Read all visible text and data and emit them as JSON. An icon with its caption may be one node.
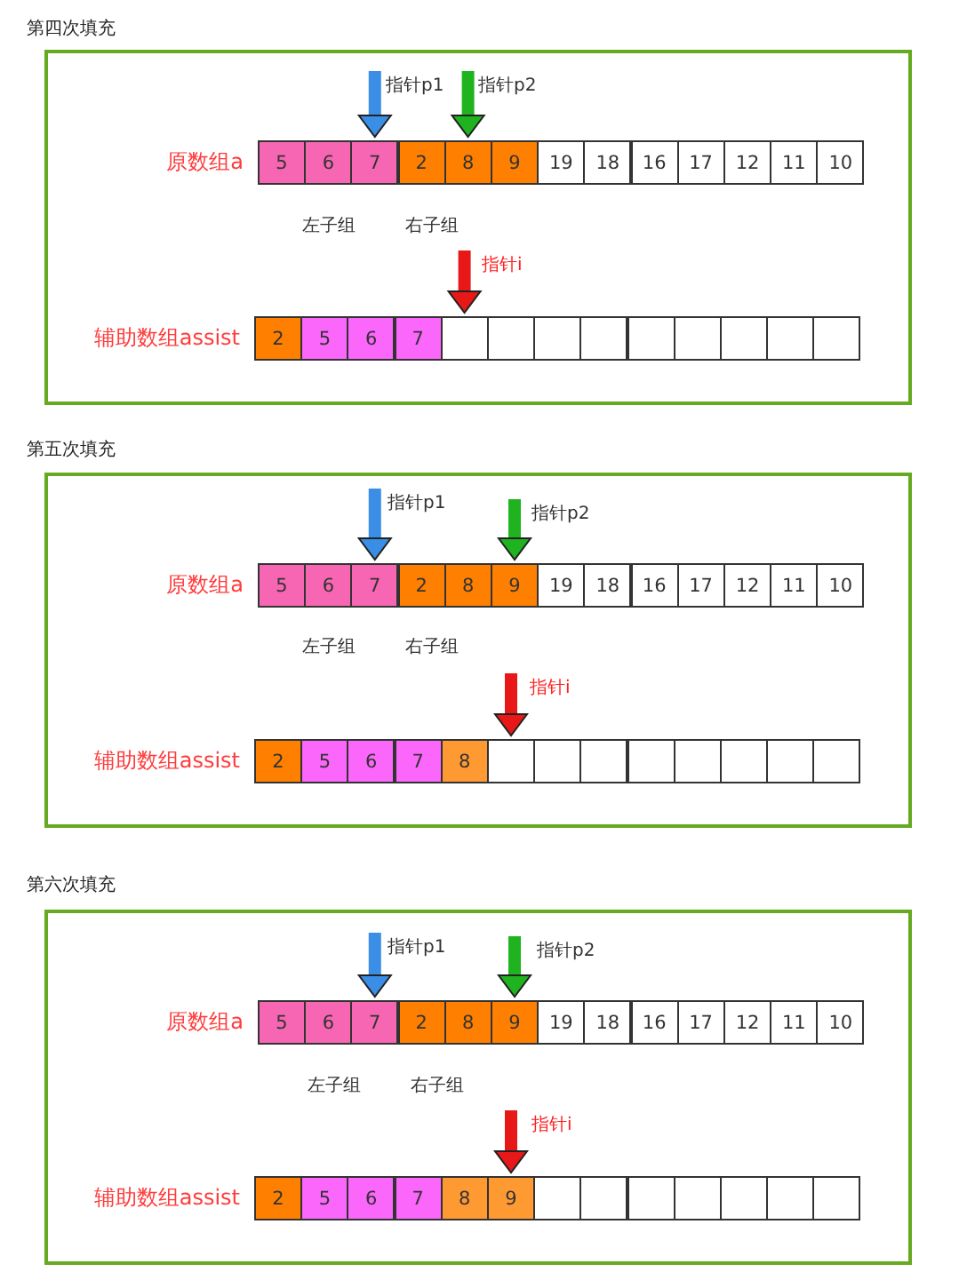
{
  "diagram": {
    "nodes": [
      {
        "text": [
          "第四次填充"
        ]
      },
      {
        "text": [
          "原数组a"
        ],
        "in": 0
      },
      {
        "text": [
          "5"
        ],
        "in": 1
      },
      {
        "text": [
          "6"
        ],
        "in": 1
      },
      {
        "text": [
          "7"
        ],
        "in": 1
      },
      {
        "text": [
          "2"
        ],
        "in": 1
      },
      {
        "text": [
          "8"
        ],
        "in": 1
      },
      {
        "text": [
          "9"
        ],
        "in": 1
      },
      {
        "text": [
          "19"
        ],
        "in": 1
      },
      {
        "text": [
          "18"
        ],
        "in": 1
      },
      {
        "text": [
          "16"
        ],
        "in": 1
      },
      {
        "text": [
          "17"
        ],
        "in": 1
      },
      {
        "text": [
          "12"
        ],
        "in": 1
      },
      {
        "text": [
          "11"
        ],
        "in": 1
      },
      {
        "text": [
          "10"
        ],
        "in": 1
      },
      {
        "text": [
          "辅助数组assist"
        ],
        "in": 0
      },
      {
        "text": [
          "2"
        ],
        "in": 15
      },
      {
        "text": [
          "5"
        ],
        "in": 15
      },
      {
        "text": [
          "6"
        ],
        "in": 15
      },
      {
        "text": [
          "7"
        ],
        "in": 15
      },
      {
        "text": [],
        "shape": "box",
        "in": 15
      },
      {
        "text": [],
        "shape": "box",
        "in": 15
      },
      {
        "text": [],
        "shape": "box",
        "in": 15
      },
      {
        "text": [],
        "shape": "box",
        "in": 15
      },
      {
        "text": [],
        "shape": "box",
        "in": 15
      },
      {
        "text": [],
        "shape": "box",
        "in": 15
      },
      {
        "text": [],
        "shape": "box",
        "in": 15
      },
      {
        "text": [],
        "shape": "box",
        "in": 15
      },
      {
        "text": [],
        "shape": "box",
        "in": 15
      },
      {
        "text": [
          "第五次填充"
        ]
      },
      {
        "text": [
          "原数组a"
        ],
        "in": 29
      },
      {
        "text": [
          "5"
        ],
        "in": 30
      },
      {
        "text": [
          "6"
        ],
        "in": 30
      },
      {
        "text": [
          "7"
        ],
        "in": 30
      },
      {
        "text": [
          "2"
        ],
        "in": 30
      },
      {
        "text": [
          "8"
        ],
        "in": 30
      },
      {
        "text": [
          "9"
        ],
        "in": 30
      },
      {
        "text": [
          "19"
        ],
        "in": 30
      },
      {
        "text": [
          "18"
        ],
        "in": 30
      },
      {
        "text": [
          "16"
        ],
        "in": 30
      },
      {
        "text": [
          "17"
        ],
        "in": 30
      },
      {
        "text": [
          "12"
        ],
        "in": 30
      },
      {
        "text": [
          "11"
        ],
        "in": 30
      },
      {
        "text": [
          "10"
        ],
        "in": 30
      },
      {
        "text": [
          "辅助数组assist"
        ],
        "in": 29
      },
      {
        "text": [
          "2"
        ],
        "in": 44
      },
      {
        "text": [
          "5"
        ],
        "in": 44
      },
      {
        "text": [
          "6"
        ],
        "in": 44
      },
      {
        "text": [
          "7"
        ],
        "in": 44
      },
      {
        "text": [
          "8"
        ],
        "in": 44
      },
      {
        "text": [],
        "shape": "box",
        "in": 44
      },
      {
        "text": [],
        "shape": "box",
        "in": 44
      },
      {
        "text": [],
        "shape": "box",
        "in": 44
      },
      {
        "text": [],
        "shape": "box",
        "in": 44
      },
      {
        "text": [],
        "shape": "box",
        "in": 44
      },
      {
        "text": [],
        "shape": "box",
        "in": 44
      },
      {
        "text": [],
        "shape": "box",
        "in": 44
      },
      {
        "text": [],
        "shape": "box",
        "in": 44
      },
      {
        "text": [
          "第六次填充"
        ]
      },
      {
        "text": [
          "原数组a"
        ],
        "in": 58
      },
      {
        "text": [
          "5"
        ],
        "in": 59
      },
      {
        "text": [
          "6"
        ],
        "in": 59
      },
      {
        "text": [
          "7"
        ],
        "in": 59
      },
      {
        "text": [
          "2"
        ],
        "in": 59
      },
      {
        "text": [
          "8"
        ],
        "in": 59
      },
      {
        "text": [
          "9"
        ],
        "in": 59
      },
      {
        "text": [
          "19"
        ],
        "in": 59
      },
      {
        "text": [
          "18"
        ],
        "in": 59
      },
      {
        "text": [
          "16"
        ],
        "in": 59
      },
      {
        "text": [
          "17"
        ],
        "in": 59
      },
      {
        "text": [
          "12"
        ],
        "in": 59
      },
      {
        "text": [
          "11"
        ],
        "in": 59
      },
      {
        "text": [
          "10"
        ],
        "in": 59
      },
      {
        "text": [
          "辅助数组assist"
        ],
        "in": 58
      },
      {
        "text": [
          "2"
        ],
        "in": 73
      },
      {
        "text": [
          "5"
        ],
        "in": 73
      },
      {
        "text": [
          "6"
        ],
        "in": 73
      },
      {
        "text": [
          "7"
        ],
        "in": 73
      },
      {
        "text": [
          "8"
        ],
        "in": 73
      },
      {
        "text": [
          "9"
        ],
        "in": 73
      },
      {
        "text": [],
        "shape": "box",
        "in": 73
      },
      {
        "text": [],
        "shape": "box",
        "in": 73
      },
      {
        "text": [],
        "shape": "box",
        "in": 73
      },
      {
        "text": [],
        "shape": "box",
        "in": 73
      },
      {
        "text": [],
        "shape": "box",
        "in": 73
      },
      {
        "text": [],
        "shape": "box",
        "in": 73
      },
      {
        "text": [],
        "shape": "box",
        "in": 73
      },
      {
        "text": [
          "指针p1"
        ],
        "in": 0
      },
      {
        "text": [
          "指针p2"
        ],
        "in": 0
      },
      {
        "text": [
          "指针i"
        ],
        "in": 0
      },
      {
        "text": [
          "指针p1"
        ],
        "in": 29
      },
      {
        "text": [
          "指针p2"
        ],
        "in": 29
      },
      {
        "text": [
          "指针i"
        ],
        "in": 29
      },
      {
        "text": [
          "指针p1"
        ],
        "in": 58
      },
      {
        "text": [
          "指针p2"
        ],
        "in": 58
      },
      {
        "text": [
          "指针i"
        ],
        "in": 58
      }
    ],
    "edges": [
      {
        "from": 87,
        "to": 4,
        "arrow": "to",
        "color": "#3a8ee6"
      },
      {
        "from": 88,
        "to": 6,
        "arrow": "to",
        "color": "#1fb41f"
      },
      {
        "from": 89,
        "to": 20,
        "arrow": "to",
        "color": "#e81818"
      },
      {
        "from": 90,
        "to": 33,
        "arrow": "to",
        "color": "#3a8ee6"
      },
      {
        "from": 91,
        "to": 36,
        "arrow": "to",
        "color": "#1fb41f"
      },
      {
        "from": 92,
        "to": 50,
        "arrow": "to",
        "color": "#e81818"
      },
      {
        "from": 93,
        "to": 62,
        "arrow": "to",
        "color": "#3a8ee6"
      },
      {
        "from": 94,
        "to": 65,
        "arrow": "to",
        "color": "#1fb41f"
      },
      {
        "from": 95,
        "to": 79,
        "arrow": "to",
        "color": "#e81818"
      }
    ],
    "labels": [
      "左子组",
      "右子组",
      "左子组",
      "右子组",
      "左子组",
      "右子组"
    ]
  }
}
